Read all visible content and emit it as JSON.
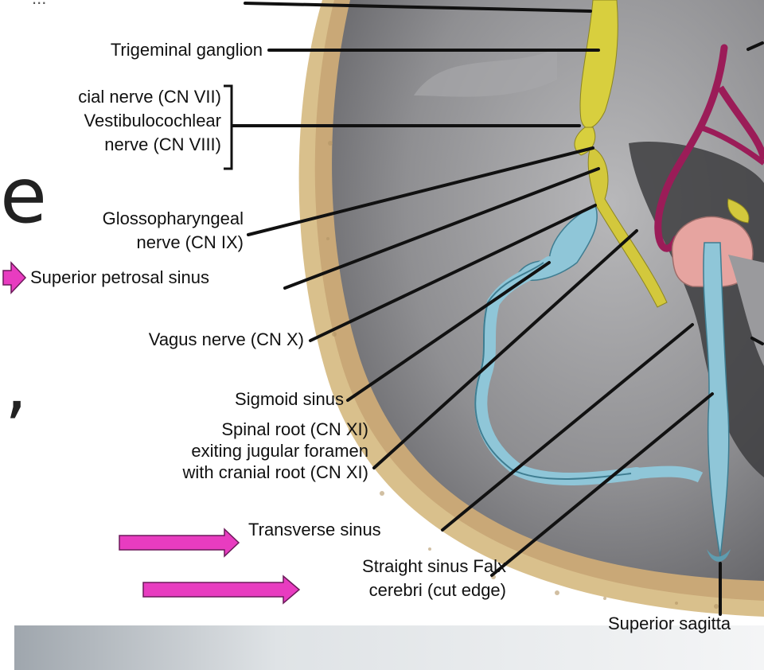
{
  "labels": {
    "top_cut": "...",
    "trigeminal": "Trigeminal ganglion",
    "facial": "cial nerve (CN VII)",
    "vestibulo_1": "Vestibulocochlear",
    "vestibulo_2": "nerve (CN VIII)",
    "glosso_1": "Glossopharyngeal",
    "glosso_2": "nerve (CN IX)",
    "sup_petrosal": "Superior petrosal sinus",
    "vagus": "Vagus nerve (CN X)",
    "sigmoid": "Sigmoid sinus",
    "spinal_1": "Spinal root (CN XI)",
    "spinal_2": "exiting jugular foramen",
    "spinal_3": "with cranial root (CN XI)",
    "transverse": "Transverse sinus",
    "straight_1": "Straight sinus Falx",
    "straight_2": "cerebri (cut edge)",
    "sup_sagittal": "Superior sagitta"
  },
  "slide_text": {
    "fragment_e": "e",
    "fragment_comma": ","
  },
  "colors": {
    "pointer_arrow": "#e83cc0",
    "nerve_yellow": "#d9cf3a",
    "sinus_blue": "#8ec3d6",
    "artery_magenta": "#a01c5a",
    "dura_gray": "#8d8d8f",
    "skull_tan": "#d8c08a"
  },
  "icons": {
    "pointer_arrows": "right-arrow-icon"
  }
}
